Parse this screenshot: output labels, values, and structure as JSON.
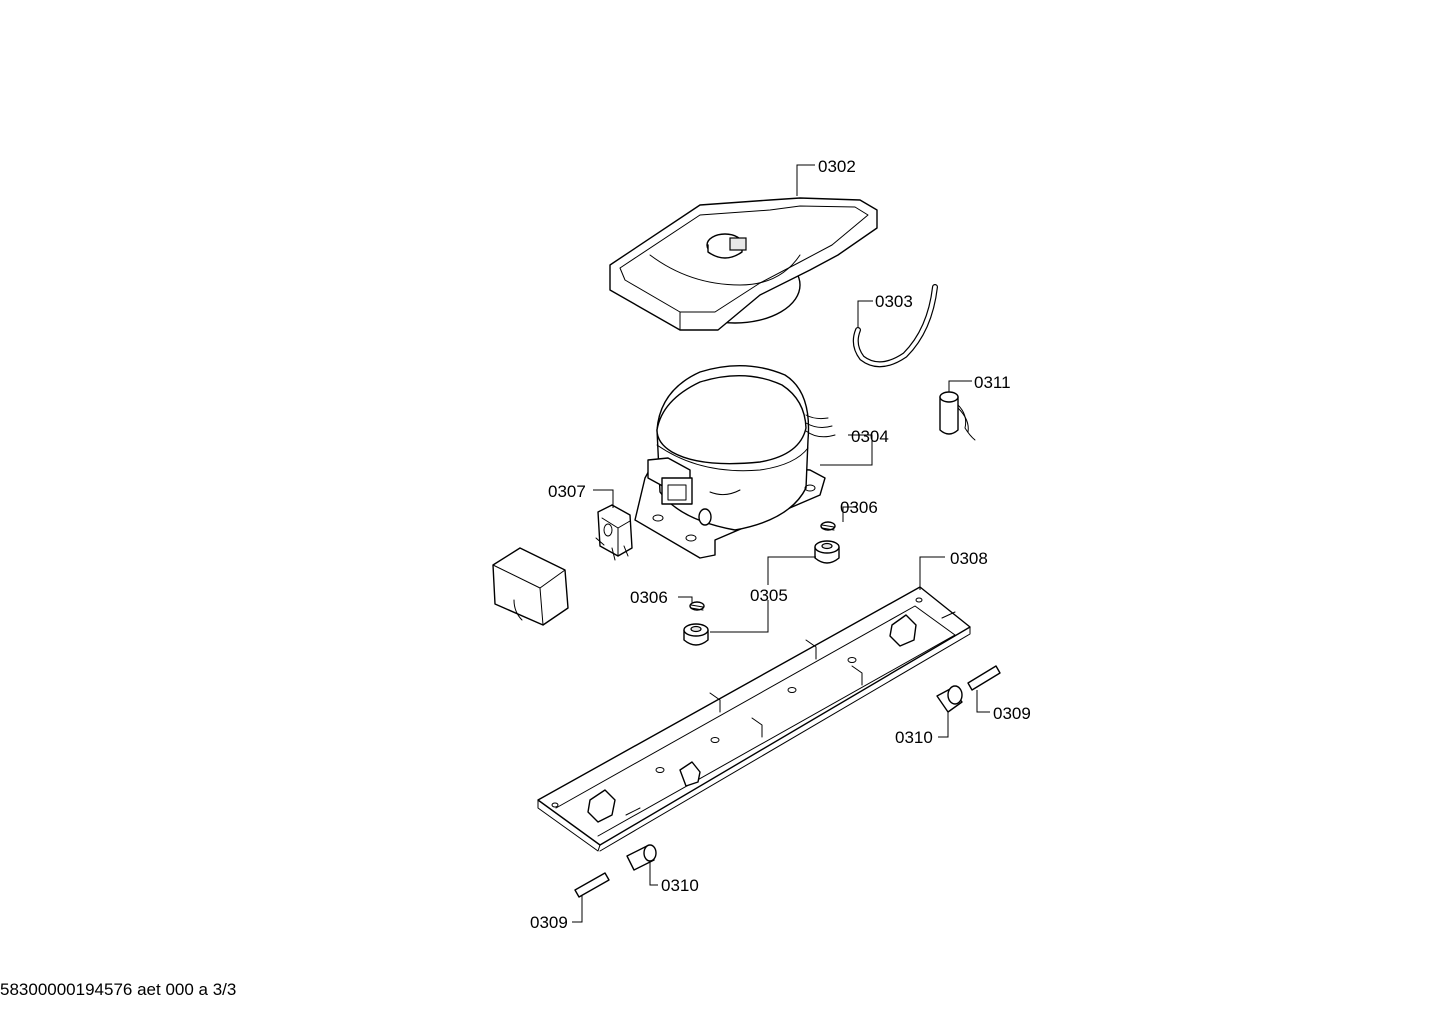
{
  "callouts": {
    "c0302": "0302",
    "c0303": "0303",
    "c0304": "0304",
    "c0305": "0305",
    "c0306a": "0306",
    "c0306b": "0306",
    "c0307": "0307",
    "c0308": "0308",
    "c0309a": "0309",
    "c0309b": "0309",
    "c0310a": "0310",
    "c0310b": "0310",
    "c0311": "0311"
  },
  "footer": {
    "doc_id": "58300000194576 aet 000 a 3/3"
  }
}
